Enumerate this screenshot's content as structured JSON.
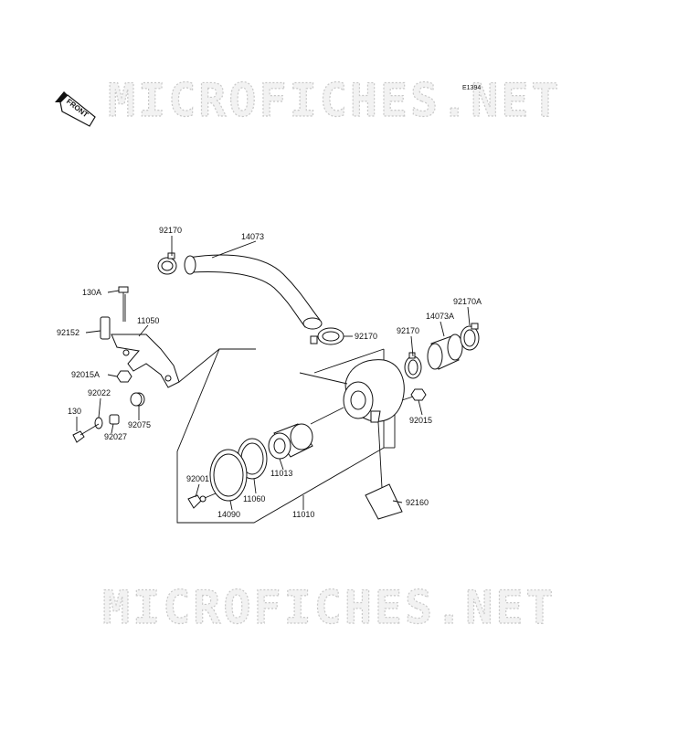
{
  "watermark": {
    "top": "MICROFICHES.NET",
    "bottom": "MICROFICHES.NET"
  },
  "front_arrow": {
    "label": "FRONT"
  },
  "diagram_code": "E1394",
  "callouts": {
    "p92170_top": "92170",
    "p14073": "14073",
    "p130A": "130A",
    "p11050": "11050",
    "p92152": "92152",
    "p92015A": "92015A",
    "p92022": "92022",
    "p130": "130",
    "p92027": "92027",
    "p92075": "92075",
    "p92170_mid": "92170",
    "p92170_right": "92170",
    "p14073A": "14073A",
    "p92170A": "92170A",
    "p92015": "92015",
    "p11013": "11013",
    "p92001": "92001",
    "p11060": "11060",
    "p14090": "14090",
    "p11010": "11010",
    "p92160": "92160"
  }
}
